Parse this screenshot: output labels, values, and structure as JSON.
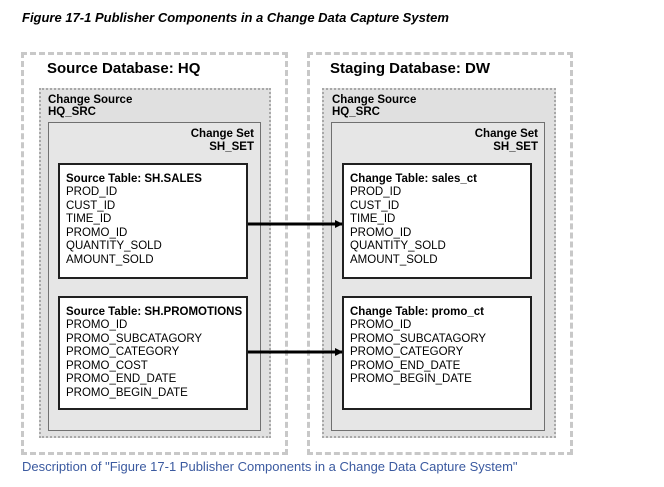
{
  "figure_title": "Figure 17-1 Publisher Components in a Change Data Capture System",
  "caption_link": "Description of \"Figure 17-1 Publisher Components in a Change Data Capture System\"",
  "source_db": {
    "title": "Source Database: HQ",
    "change_source": {
      "label_line1": "Change Source",
      "label_line2": "HQ_SRC"
    },
    "change_set": {
      "label_line1": "Change Set",
      "label_line2": "SH_SET"
    },
    "tables": [
      {
        "title": "Source Table: SH.SALES",
        "columns": [
          "PROD_ID",
          "CUST_ID",
          "TIME_ID",
          "PROMO_ID",
          "QUANTITY_SOLD",
          "AMOUNT_SOLD"
        ]
      },
      {
        "title": "Source Table: SH.PROMOTIONS",
        "columns": [
          "PROMO_ID",
          "PROMO_SUBCATAGORY",
          "PROMO_CATEGORY",
          "PROMO_COST",
          "PROMO_END_DATE",
          "PROMO_BEGIN_DATE"
        ]
      }
    ]
  },
  "staging_db": {
    "title": "Staging Database: DW",
    "change_source": {
      "label_line1": "Change Source",
      "label_line2": "HQ_SRC"
    },
    "change_set": {
      "label_line1": "Change Set",
      "label_line2": "SH_SET"
    },
    "tables": [
      {
        "title": "Change Table: sales_ct",
        "columns": [
          "PROD_ID",
          "CUST_ID",
          "TIME_ID",
          "PROMO_ID",
          "QUANTITY_SOLD",
          "AMOUNT_SOLD"
        ]
      },
      {
        "title": "Change Table: promo_ct",
        "columns": [
          "PROMO_ID",
          "PROMO_SUBCATAGORY",
          "PROMO_CATEGORY",
          "PROMO_END_DATE",
          "PROMO_BEGIN_DATE"
        ]
      }
    ]
  },
  "colors": {
    "caption_link": "#3b5aa0",
    "change_source_fill": "#e0e0e0",
    "dashed_border": "#c8c8c8"
  }
}
